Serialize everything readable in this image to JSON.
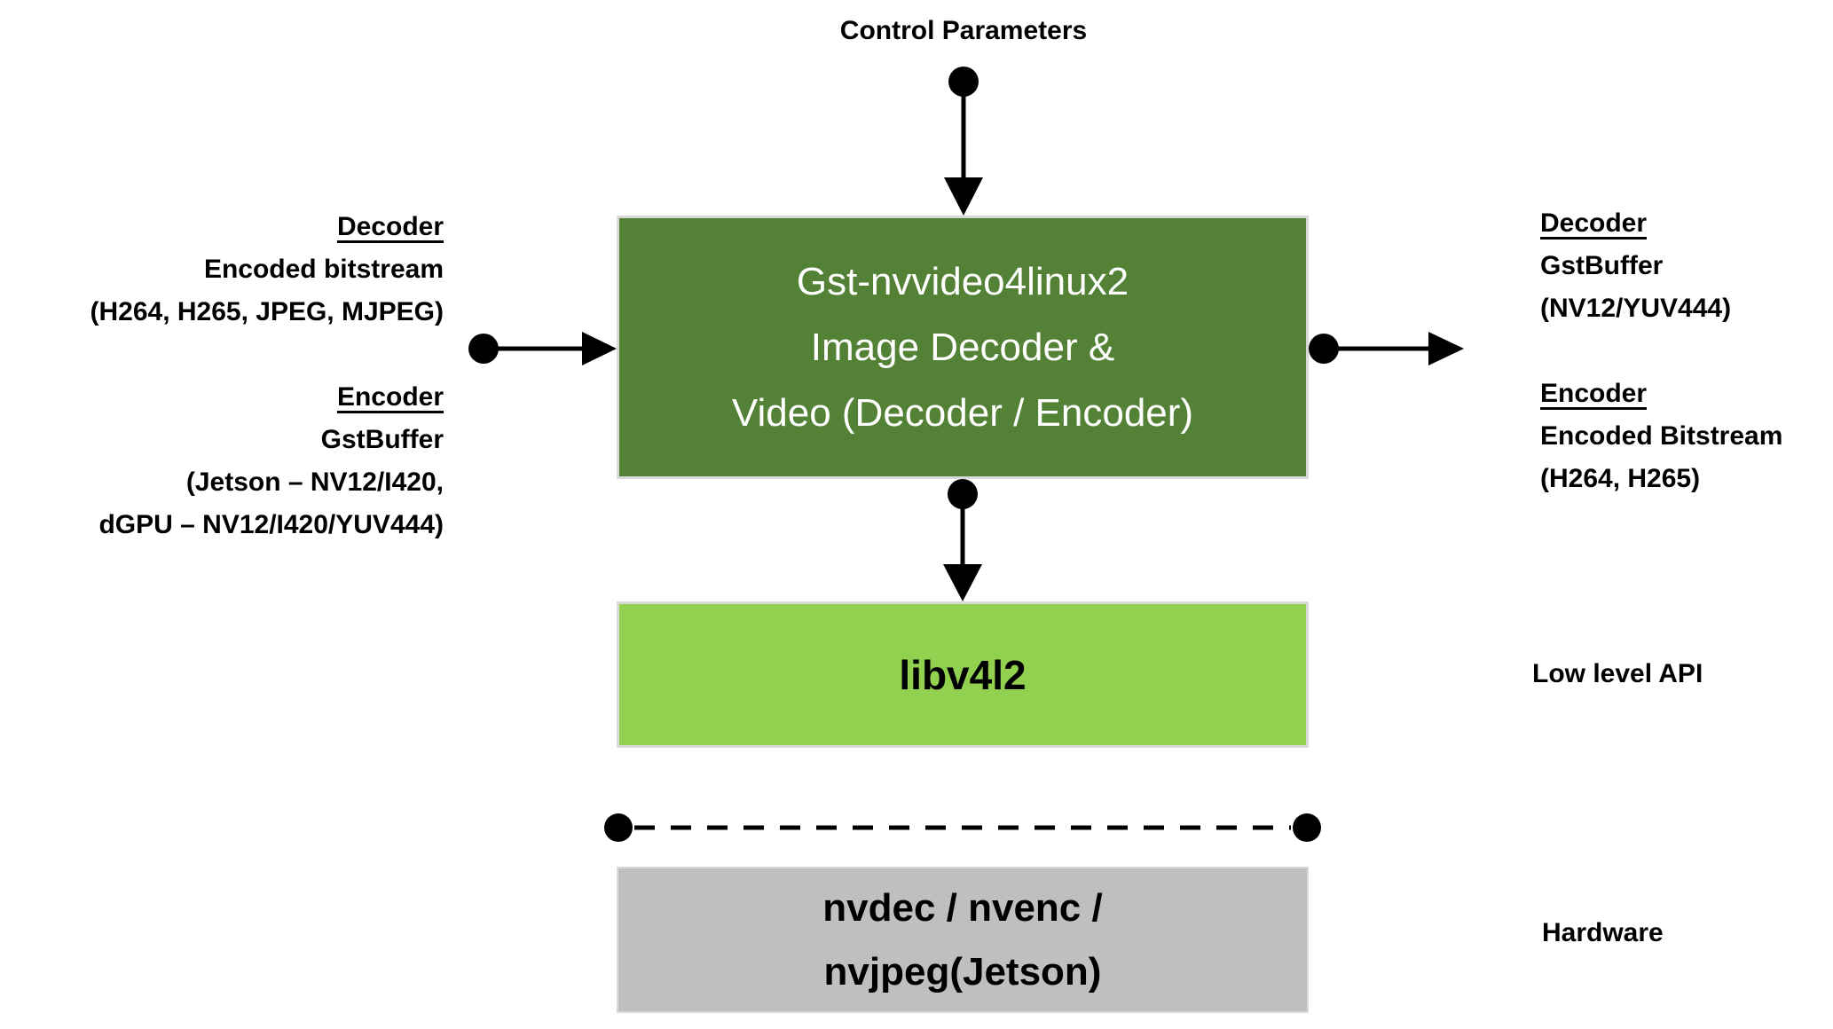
{
  "diagram": {
    "title": "Control Parameters",
    "main_box": {
      "lines": [
        "Gst-nvvideo4linux2",
        "Image Decoder &",
        "Video (Decoder / Encoder)"
      ]
    },
    "left_labels": {
      "decoder_heading": "Decoder",
      "decoder_line1": "Encoded bitstream",
      "decoder_line2": "(H264, H265, JPEG, MJPEG)",
      "encoder_heading": "Encoder",
      "encoder_line1": "GstBuffer",
      "encoder_line2": "(Jetson – NV12/I420,",
      "encoder_line3": "dGPU – NV12/I420/YUV444)"
    },
    "right_labels": {
      "decoder_heading": "Decoder",
      "decoder_line1": "GstBuffer",
      "decoder_line2": "(NV12/YUV444)",
      "encoder_heading": "Encoder",
      "encoder_line1": "Encoded Bitstream",
      "encoder_line2": "(H264, H265)"
    },
    "libv4l2_box_label": "libv4l2",
    "hardware_box": {
      "lines": [
        "nvdec / nvenc /",
        "nvjpeg(Jetson)"
      ]
    },
    "side_labels": {
      "low_level_api": "Low level API",
      "hardware": "Hardware"
    },
    "colors": {
      "dark_green": "#538135",
      "light_green": "#92D050",
      "gray": "#BFBFBF",
      "box_border": "#D9D9D9",
      "ink": "#000000"
    }
  }
}
